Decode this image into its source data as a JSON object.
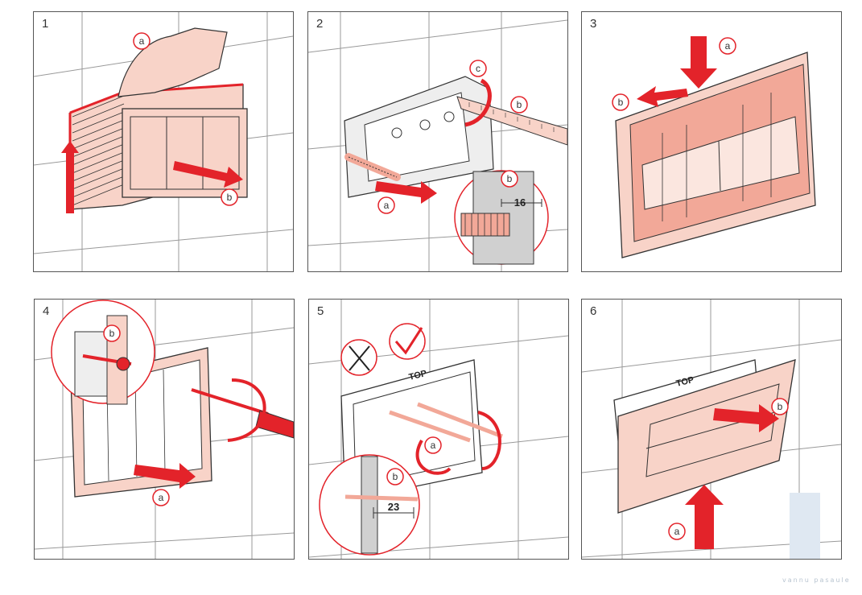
{
  "panels": [
    {
      "number": "1",
      "labels": {
        "a": "a",
        "b": "b"
      }
    },
    {
      "number": "2",
      "labels": {
        "a": "a",
        "b": "b",
        "c": "c",
        "detail_b": "b"
      },
      "dimension": "16"
    },
    {
      "number": "3",
      "labels": {
        "a": "a",
        "b": "b"
      }
    },
    {
      "number": "4",
      "labels": {
        "a": "a",
        "detail_b": "b"
      }
    },
    {
      "number": "5",
      "labels": {
        "a": "a",
        "detail_b": "b"
      },
      "dimension": "23",
      "frame_text": "TOP"
    },
    {
      "number": "6",
      "labels": {
        "a": "a",
        "b": "b"
      },
      "frame_text": "TOP"
    }
  ],
  "watermark": "vannu pasaule",
  "colors": {
    "arrow": "#e3232a",
    "pink": "#f8d3c8",
    "salmon": "#f2a898",
    "stroke": "#333333",
    "tile": "#9a9a9a"
  }
}
